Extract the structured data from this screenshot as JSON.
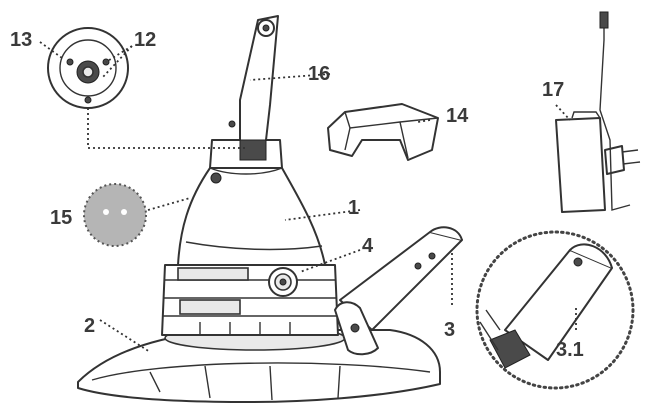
{
  "callouts": {
    "c1": "1",
    "c2": "2",
    "c3": "3",
    "c3_1": "3.1",
    "c4": "4",
    "c12": "12",
    "c13": "13",
    "c14": "14",
    "c15": "15",
    "c16": "16",
    "c17": "17"
  },
  "colors": {
    "line": "#333333",
    "gray_disc": "#b5b5b5",
    "background": "#ffffff"
  }
}
